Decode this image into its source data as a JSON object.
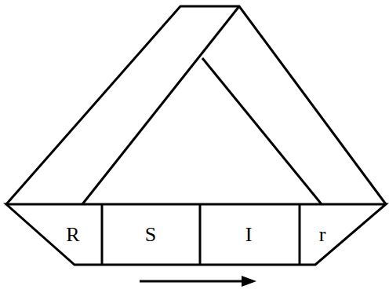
{
  "diagram": {
    "nodes": [
      {
        "text": [
          "R"
        ]
      },
      {
        "text": [
          "S"
        ]
      },
      {
        "text": [
          "I"
        ]
      },
      {
        "text": [
          "r"
        ]
      }
    ]
  }
}
